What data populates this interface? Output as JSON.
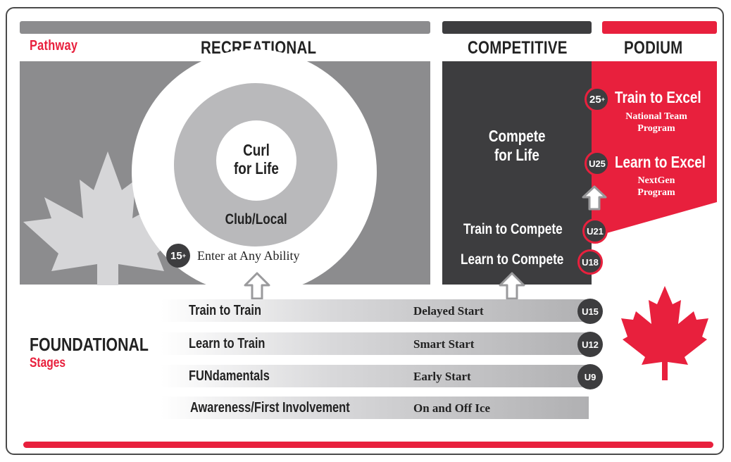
{
  "header": {
    "pathway_label": "Pathway",
    "recreational": "RECREATIONAL",
    "competitive": "COMPETITIVE",
    "podium": "PODIUM"
  },
  "recreational": {
    "center_text_line1": "Curl",
    "center_text_line2": "for Life",
    "ring_text": "Club/Local",
    "entry_age": "15",
    "entry_age_sup": "+",
    "entry_text": "Enter at Any Ability"
  },
  "competitive": {
    "compete_line1": "Compete",
    "compete_line2": "for Life",
    "stages": [
      {
        "label": "Train to Compete",
        "age": "U21"
      },
      {
        "label": "Learn to Compete",
        "age": "U18"
      }
    ]
  },
  "podium": {
    "stages": [
      {
        "age": "25",
        "age_sup": "+",
        "label": "Train to Excel",
        "sub_line1": "National Team",
        "sub_line2": "Program"
      },
      {
        "age": "U25",
        "label": "Learn to Excel",
        "sub_line1": "NextGen",
        "sub_line2": "Program"
      }
    ]
  },
  "foundational": {
    "title": "FOUNDATIONAL",
    "subtitle": "Stages",
    "stages": [
      {
        "label": "Train to Train",
        "start": "Delayed Start",
        "age": "U15"
      },
      {
        "label": "Learn to Train",
        "start": "Smart Start",
        "age": "U12"
      },
      {
        "label": "FUNdamentals",
        "start": "Early Start",
        "age": "U9"
      },
      {
        "label": "Awareness/First Involvement",
        "start": "On and Off Ice",
        "age": ""
      }
    ]
  },
  "colors": {
    "red": "#e8203d",
    "dark": "#3d3d3f",
    "grey": "#8c8c8e",
    "light_grey": "#b9b9bb",
    "icon_leaf": "maple-leaf-icon",
    "icon_arrow": "up-arrow-icon"
  }
}
